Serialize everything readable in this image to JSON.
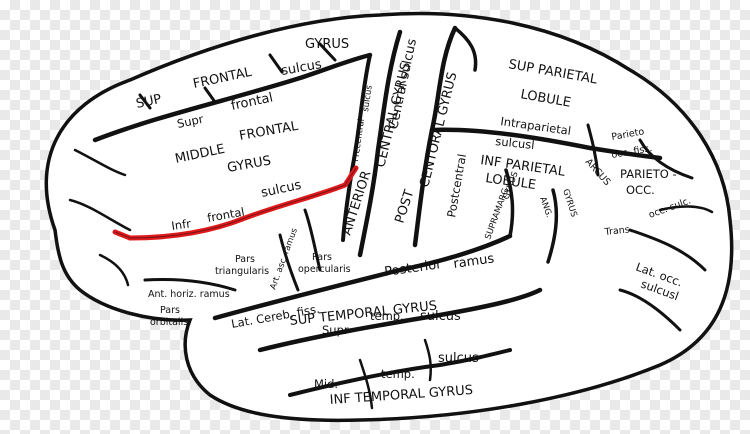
{
  "labels": {
    "sup_frontal_gyrus": "GYRUS",
    "sup": "SUP",
    "frontal": "FRONTAL",
    "sulcus_top": "sulcus",
    "supr": "Supr",
    "frontal_lc": "frontal",
    "middle": "MIDDLE",
    "frontal_mid": "FRONTAL",
    "gyrus_mid": "GYRUS",
    "sulcus_mid": "sulcus",
    "infr": "Infr",
    "frontal_inf": "frontal",
    "precentral": "Precentral",
    "sulcus_pre": "sulcus",
    "anterior": "ANTERIOR",
    "central_gyrus": "CENTRAL GYRUS",
    "central_sulcus": "Central sulcus",
    "post": "POST",
    "central_gyrus2": "CENTORAL GYRUS",
    "postcentral": "Postcentral",
    "sup_parietal": "SUP  PARIETAL",
    "lobule1": "LOBULE",
    "intraparietal": "Intraparietal",
    "sulcusl": "sulcusl",
    "inf_parietal": "INF  PARIETAL",
    "lobule2": "LOBULE",
    "parieto": "Parieto",
    "occ_fiss": "occ. fiss.",
    "arcus": "ARCUS",
    "parieto_occ": "PARIETO -",
    "occ": "OCC.",
    "trans": "Trans.",
    "occ_sulc": "occ. sulc.",
    "lat_occ": "Lat. occ.",
    "sulcusl2": "sulcusl",
    "supramarg": "SUPRAMARG",
    "gyrus_sm": "GYRUS",
    "ang": "ANG.",
    "gyrus_ang": "GYRUS",
    "pars_triang1": "Pars",
    "pars_triang2": "triangularis",
    "art_asc": "Art. asc. ramus",
    "pars_operc1": "Pars",
    "pars_operc2": "opercularis",
    "ant_horiz": "Ant. horiz. ramus",
    "pars_orb1": "Pars",
    "pars_orb2": "orbitalis",
    "lat_cereb": "Lat. Cereb. fiss.",
    "posterior": "Posterior",
    "ramus": "ramus",
    "sup_temporal": "SUP  TEMPORAL  GYRUS",
    "supr2": "Supr",
    "temp1": "temp.",
    "sulcus_t1": "sulcus",
    "mid": "Mid.",
    "temp2": "temp.",
    "sulcus_t2": "sulcus",
    "inf_temporal": "INF  TEMPORAL  GYRUS"
  },
  "colors": {
    "outline": "#111111",
    "fill": "#ffffff",
    "highlight": "#e0191c"
  }
}
